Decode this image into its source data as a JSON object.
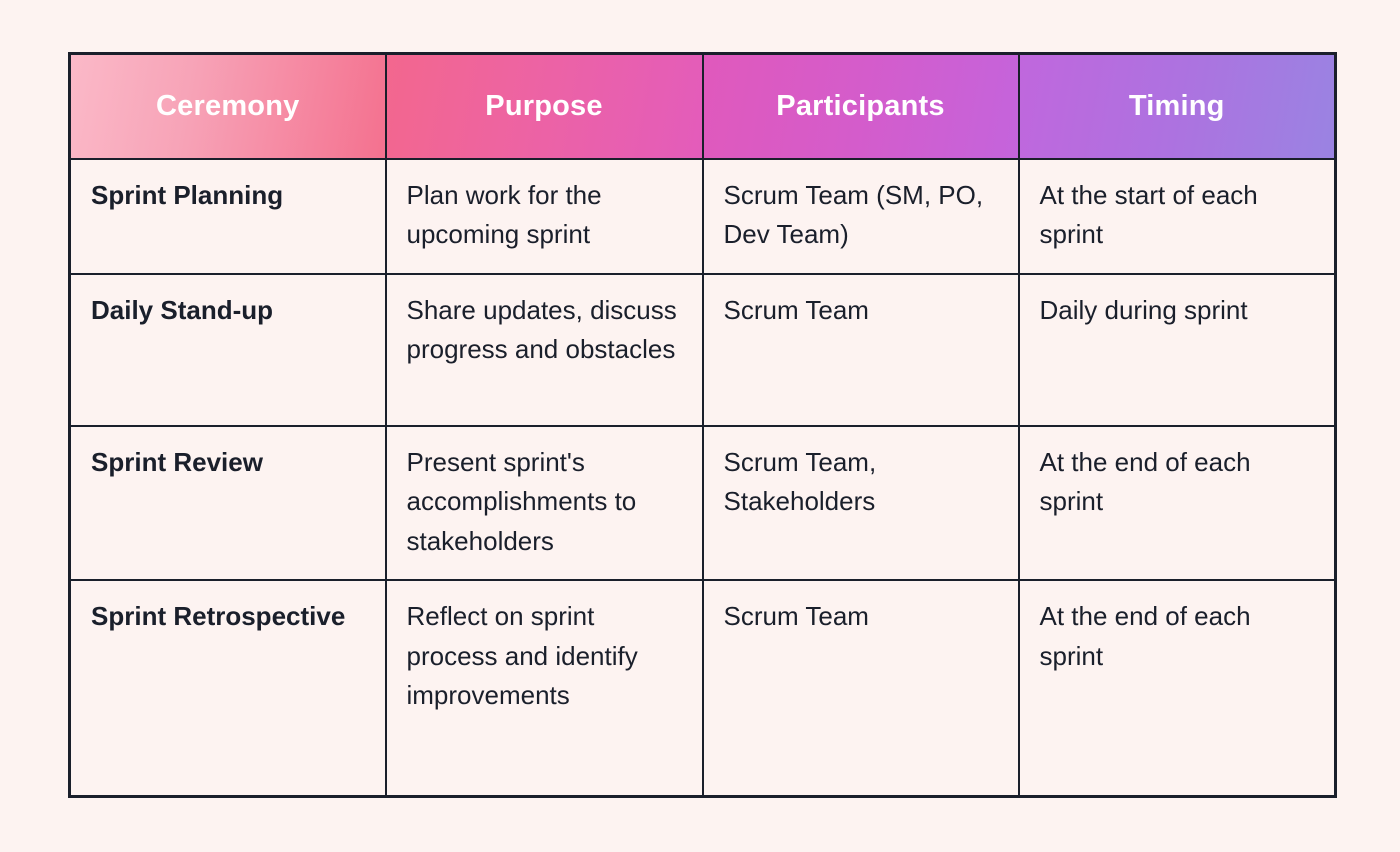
{
  "theme": {
    "page_background": "#fdf3f1",
    "border_color": "#1a1f2b",
    "header_gradient_start": "#fbb9c8",
    "header_gradient_mid": "#e35cbb",
    "header_gradient_end": "#9a83e2",
    "header_text_color": "#ffffff",
    "body_text_color": "#1a1f2b"
  },
  "table": {
    "headers": [
      {
        "label": "Ceremony"
      },
      {
        "label": "Purpose"
      },
      {
        "label": "Participants"
      },
      {
        "label": "Timing"
      }
    ],
    "rows": [
      {
        "ceremony": "Sprint Planning",
        "purpose": "Plan work for the upcoming sprint",
        "participants": "Scrum Team (SM, PO, Dev Team)",
        "timing": "At the start of each sprint"
      },
      {
        "ceremony": "Daily Stand-up",
        "purpose": "Share updates, discuss progress and obstacles",
        "participants": "Scrum Team",
        "timing": "Daily during sprint"
      },
      {
        "ceremony": "Sprint Review",
        "purpose": "Present sprint's accomplishments to stakeholders",
        "participants": "Scrum Team, Stakeholders",
        "timing": "At the end of each sprint"
      },
      {
        "ceremony": "Sprint Retrospective",
        "purpose": "Reflect on sprint process and identify improvements",
        "participants": "Scrum Team",
        "timing": "At the end of each sprint"
      }
    ]
  }
}
